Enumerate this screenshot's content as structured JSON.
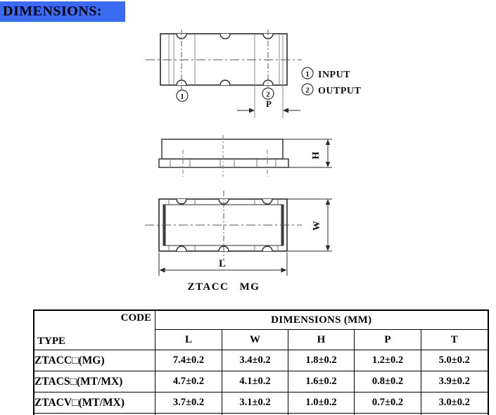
{
  "title": "DIMENSIONS:",
  "colors": {
    "title_highlight": "#3A6BF0",
    "drawing_line": "#2a2a2a",
    "electrode_line": "#8a8a8a",
    "text": "#000000"
  },
  "diagram": {
    "caption": "ZTACC MG",
    "pin1": {
      "num": "1",
      "label": "INPUT"
    },
    "pin2": {
      "num": "2",
      "label": "OUTPUT"
    },
    "dims": {
      "p": "P",
      "h": "H",
      "w": "W",
      "l": "L"
    }
  },
  "table": {
    "corner": {
      "top_right": "CODE",
      "bottom_left": "TYPE"
    },
    "group_header": "DIMENSIONS (MM)",
    "columns": [
      "L",
      "W",
      "H",
      "P",
      "T"
    ],
    "rows": [
      {
        "type": "ZTACC□(MG)",
        "values": [
          "7.4±0.2",
          "3.4±0.2",
          "1.8±0.2",
          "1.2±0.2",
          "5.0±0.2"
        ]
      },
      {
        "type": "ZTACS□(MT/MX)",
        "values": [
          "4.7±0.2",
          "4.1±0.2",
          "1.6±0.2",
          "0.8±0.2",
          "3.9±0.2"
        ]
      },
      {
        "type": "ZTACV□(MT/MX)",
        "values": [
          "3.7±0.2",
          "3.1±0.2",
          "1.0±0.2",
          "0.7±0.2",
          "3.0±0.2"
        ]
      }
    ]
  }
}
